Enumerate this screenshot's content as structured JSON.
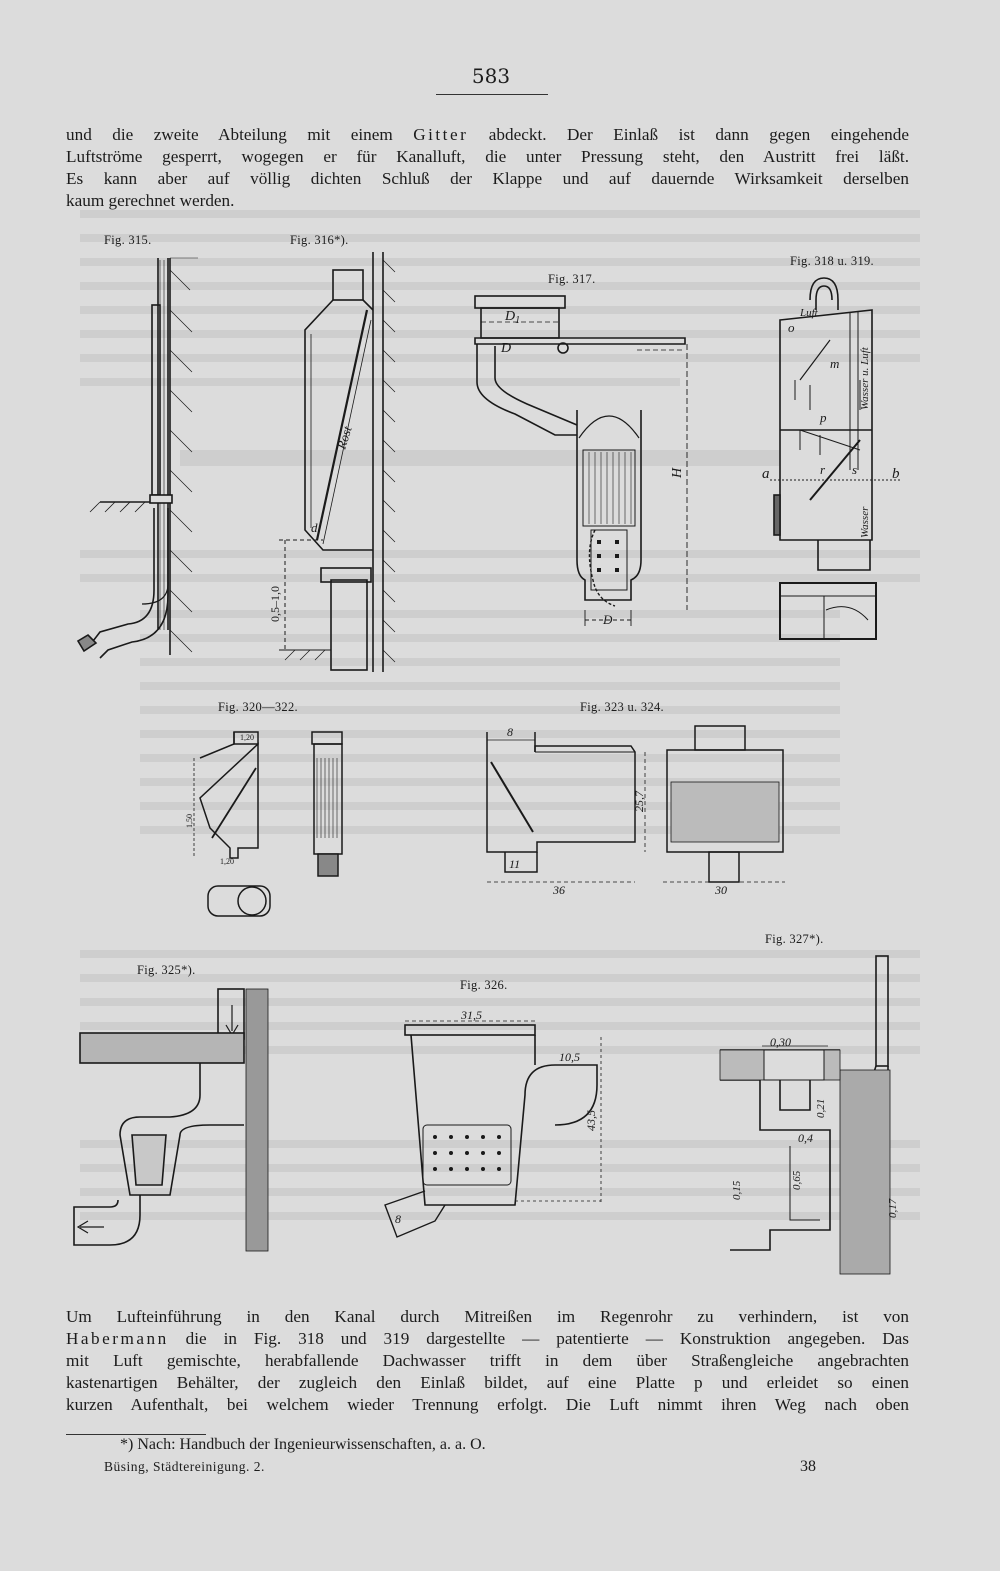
{
  "header": {
    "page_number": "583"
  },
  "paragraph_top": {
    "lines": [
      "und die zweite Abteilung mit einem Gitter abdeckt. Der Einlaß ist dann gegen eingehende",
      "Luftströme gesperrt, wogegen er für Kanalluft, die unter Pressung steht, den Austritt frei läßt.",
      "Es kann aber auf völlig dichten Schluß der Klappe und auf dauernde Wirksamkeit derselben",
      "kaum gerechnet werden."
    ],
    "spaced_word": "Gitter"
  },
  "figures": {
    "fig315": {
      "caption": "Fig. 315."
    },
    "fig316": {
      "caption": "Fig. 316*).",
      "labels": {
        "rost": "Rost",
        "d": "d",
        "dim": "0,5–1,0"
      }
    },
    "fig317": {
      "caption": "Fig. 317.",
      "labels": {
        "d1": "D",
        "d1_sub": "1",
        "d": "D",
        "h": "H",
        "dbottom": "D"
      }
    },
    "fig318": {
      "caption": "Fig. 318 u. 319.",
      "labels": {
        "luft": "Luft",
        "wasser_luft": "Wasser u. Luft",
        "o": "o",
        "m": "m",
        "p": "p",
        "r": "r",
        "s": "s",
        "a": "a",
        "b": "b",
        "wasser": "Wasser"
      }
    },
    "fig320": {
      "caption": "Fig. 320—322.",
      "labels": {
        "d1": "1,20",
        "d2": "1,50",
        "d3": "1,20"
      }
    },
    "fig323": {
      "caption": "Fig. 323 u. 324.",
      "labels": {
        "d8": "8",
        "d257": "25,7",
        "d11": "11",
        "d36": "36",
        "d30": "30"
      }
    },
    "fig325": {
      "caption": "Fig. 325*)."
    },
    "fig326": {
      "caption": "Fig. 326.",
      "labels": {
        "d315": "31,5",
        "d105": "10,5",
        "d435": "43,5",
        "d8": "8"
      }
    },
    "fig327": {
      "caption": "Fig. 327*).",
      "labels": {
        "d030": "0,30",
        "d021": "0,21",
        "d04": "0,4",
        "d065": "0,65",
        "d015": "0,15",
        "d017": "0,17"
      }
    }
  },
  "paragraph_bottom": {
    "lines": [
      "Um Lufteinführung in den Kanal durch Mitreißen im Regenrohr zu verhindern, ist von",
      "Habermann die in Fig. 318 und 319 dargestellte — patentierte — Konstruktion angegeben. Das",
      "mit Luft gemischte, herabfallende Dachwasser trifft in dem über Straßengleiche angebrachten",
      "kastenartigen Behälter, der zugleich den Einlaß bildet, auf eine Platte p und erleidet so einen",
      "kurzen Aufenthalt, bei welchem wieder Trennung erfolgt. Die Luft nimmt ihren Weg nach oben"
    ],
    "spaced_word": "Habermann"
  },
  "footnote": "*) Nach: Handbuch der Ingenieurwissenschaften, a. a. O.",
  "signature": {
    "text": "Büsing, Städtereinigung. 2.",
    "number": "38"
  }
}
